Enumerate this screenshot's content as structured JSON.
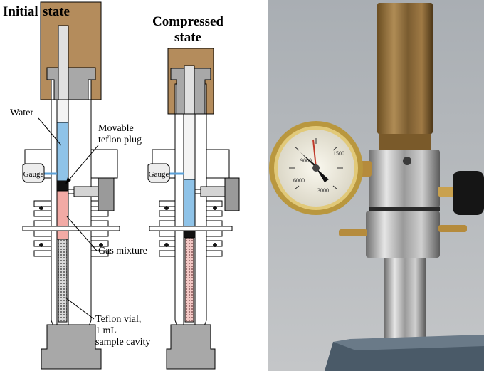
{
  "diagram": {
    "initial_title_part1": "Initial",
    "initial_title_part2": "state",
    "compressed_title_line1": "Compressed",
    "compressed_title_line2": "state",
    "labels": {
      "water": "Water",
      "movable_line1": "Movable",
      "movable_line2": "teflon plug",
      "gauge_left": "Gauge",
      "gauge_right": "Gauge",
      "gas_mixture": "Gas mixture",
      "vial_line1": "Teflon vial,",
      "vial_line2": "1 mL",
      "vial_line3": "sample cavity"
    },
    "colors": {
      "bronze": "#b48c5c",
      "water": "#8fc3e8",
      "gas": "#f2aaa5",
      "steel": "#b3b3b3"
    }
  },
  "photo": {
    "gauge_numbers": [
      "9000",
      "6000",
      "3000",
      "1500"
    ]
  }
}
